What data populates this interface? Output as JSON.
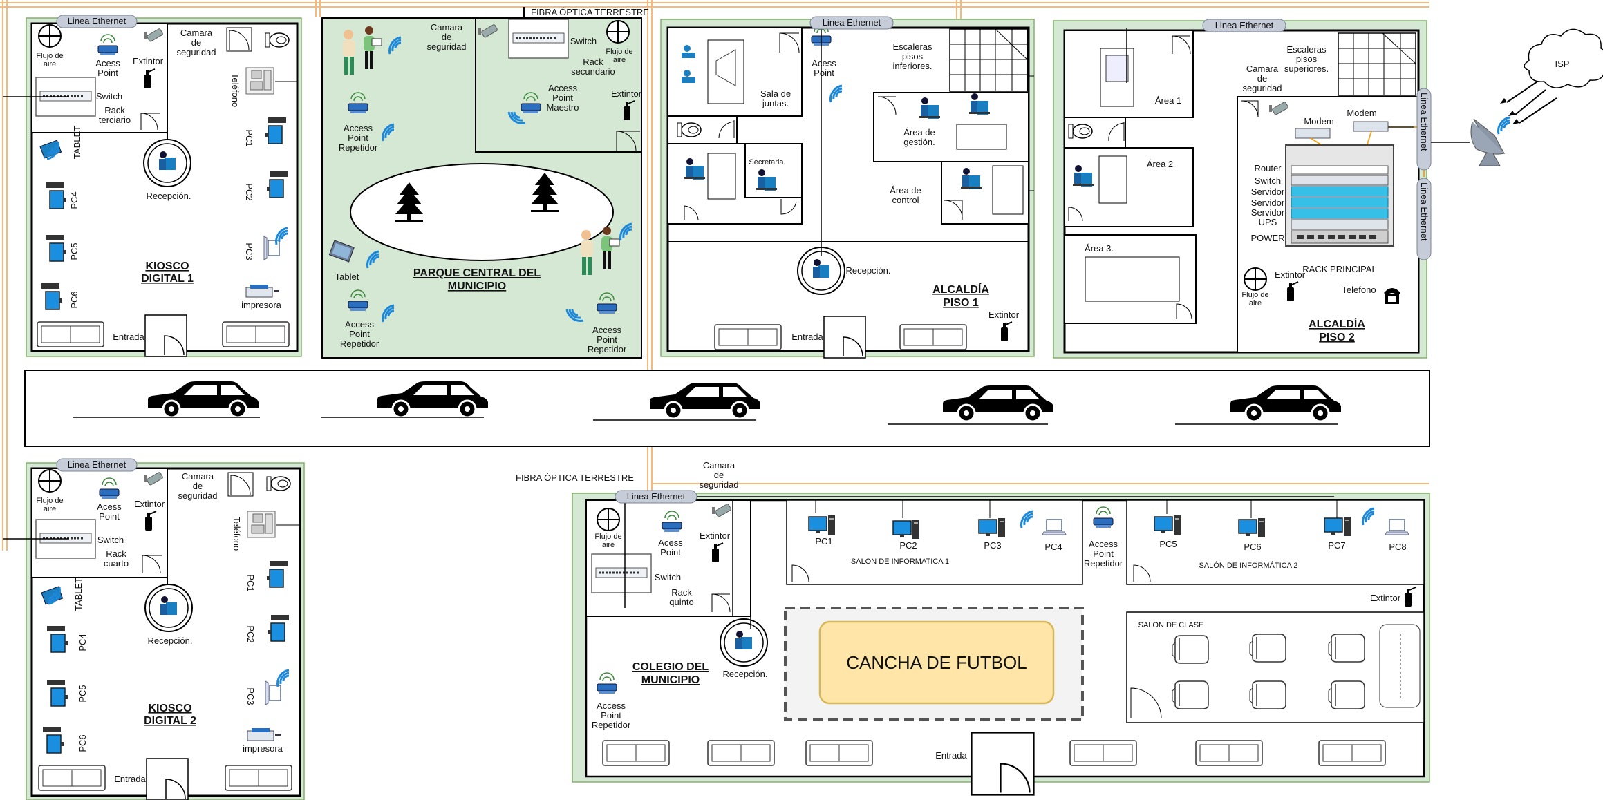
{
  "labels": {
    "eth": "Linea Ethernet",
    "fibra": "FIBRA  ÓPTICA TERRESTRE",
    "isp": "ISP",
    "flujo1": "Flujo de",
    "flujo2": "aire",
    "ap1": "Acess",
    "ap2": "Point",
    "apm3": "Maestro",
    "apr1": "Access",
    "apr2": "Point",
    "apr3": "Repetidor",
    "extintor": "Extintor",
    "switch": "Switch",
    "rack": "Rack",
    "terciario": "terciario",
    "cuarto": "cuarto",
    "secundario": "secundario",
    "quinto": "quinto",
    "cam1": "Camara",
    "cam2": "de",
    "cam3": "seguridad",
    "telefono_v": "Teléfono",
    "telefono": "Telefono",
    "tablet_v": "TABLET",
    "tablet": "Tablet",
    "recepcion": "Recepción.",
    "impresora": "impresora",
    "entrada": "Entrada",
    "pc1": "PC1",
    "pc2": "PC2",
    "pc3": "PC3",
    "pc4": "PC4",
    "pc5": "PC5",
    "pc6": "PC6",
    "pc7": "PC7",
    "pc8": "PC8",
    "sala1": "Sala de",
    "sala2": "juntas.",
    "secretaria": "Secretaria.",
    "esc1": "Escaleras",
    "esc2": "pisos",
    "esc3": "inferiores.",
    "esc3b": "superiores.",
    "gest1": "Área de",
    "gest2": "gestión.",
    "ctrl1": "Área de",
    "ctrl2": "control",
    "area1": "Área 1",
    "area2": "Área 2",
    "area3": "Área 3.",
    "modem": "Modem",
    "router": "Router",
    "servidor": "Servidor",
    "ups": "UPS",
    "power": "POWER",
    "rack_principal": "RACK PRINCIPAL",
    "salon_info1": "SALON DE INFORMATICA 1",
    "salon_info2": "SALÓN DE INFORMÁTICA 2",
    "salon_clase": "SALON DE CLASE",
    "cancha": "CANCHA DE FUTBOL"
  },
  "titles": {
    "kiosco1_a": "KIOSCO",
    "kiosco1_b": "DIGITAL 1",
    "kiosco2_a": "KIOSCO",
    "kiosco2_b": "DIGITAL 2",
    "parque_a": "PARQUE CENTRAL DEL",
    "parque_b": "MUNICIPIO",
    "alc1_a": "ALCALDÍA",
    "alc1_b": "PISO 1",
    "alc2_a": "ALCALDÍA",
    "alc2_b": "PISO 2",
    "colegio_a": "COLEGIO DEL",
    "colegio_b": "MUNICIPIO"
  },
  "colors": {
    "ground": "#d5e8d4",
    "fiber": "#f5b97a",
    "wifi": "#1e88d8",
    "pc_blue": "#1a8fe0",
    "cancha_fill": "#ffe6a8",
    "cancha_border": "#d6b656"
  }
}
